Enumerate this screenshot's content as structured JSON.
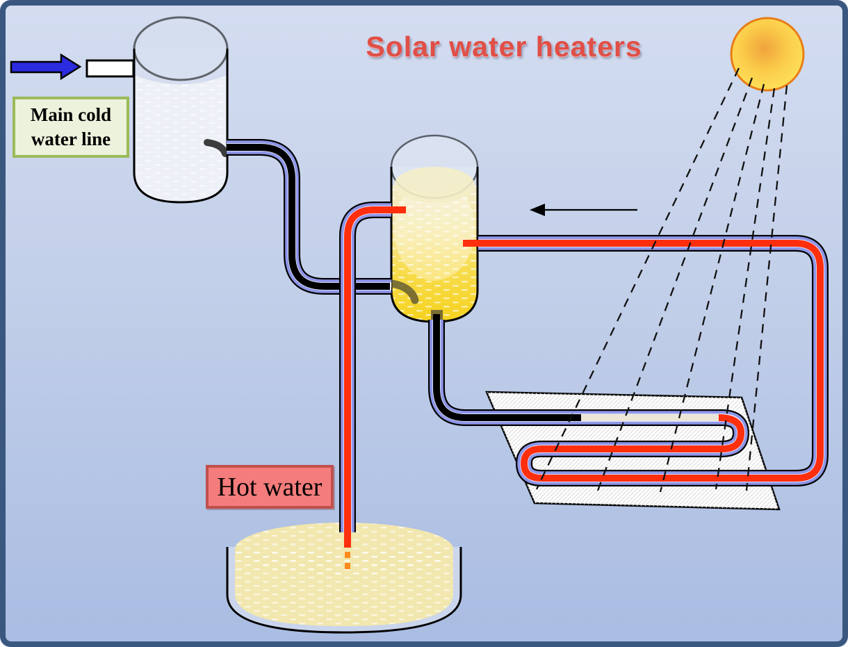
{
  "title": "Solar water heaters",
  "labels": {
    "main_cold_water_line": "Main cold water line",
    "hot_water": "Hot water"
  },
  "icons": {
    "sun": "sun-icon",
    "cold_water_inlet": "right-arrow-icon",
    "flow_direction": "left-arrow-icon",
    "sun_rays": "dashed-ray-lines"
  },
  "colors": {
    "background_top": "#d3dcf0",
    "background_mid": "#bfcce9",
    "background_bottom": "#a9bce2",
    "frame": "#3a577f",
    "title_red": "#e04f47",
    "cold_label_bg": "#edf2dc",
    "cold_label_border": "#9bbb59",
    "hot_label_bg": "#f47c7c",
    "hot_label_border": "#c0504d",
    "hot_pipe_core": "#ff2f0e",
    "cold_pipe_core": "#000000",
    "heated_pipe_core": "#ebe6d8",
    "pipe_sheath": "#8d96e8",
    "pipe_sheath_light": "#f0f2ff",
    "sun_edge_fill": "#ffe95c",
    "sun_center_fill": "#f2a23b",
    "sun_border": "#e87d18",
    "tank_water_yellow": "#f7d31e",
    "basin_water": "#f2e7ae",
    "cold_tank_water": "#edf0f6",
    "inlet_arrow_blue": "#2b2be0",
    "collector_panel": "#ffffff"
  }
}
